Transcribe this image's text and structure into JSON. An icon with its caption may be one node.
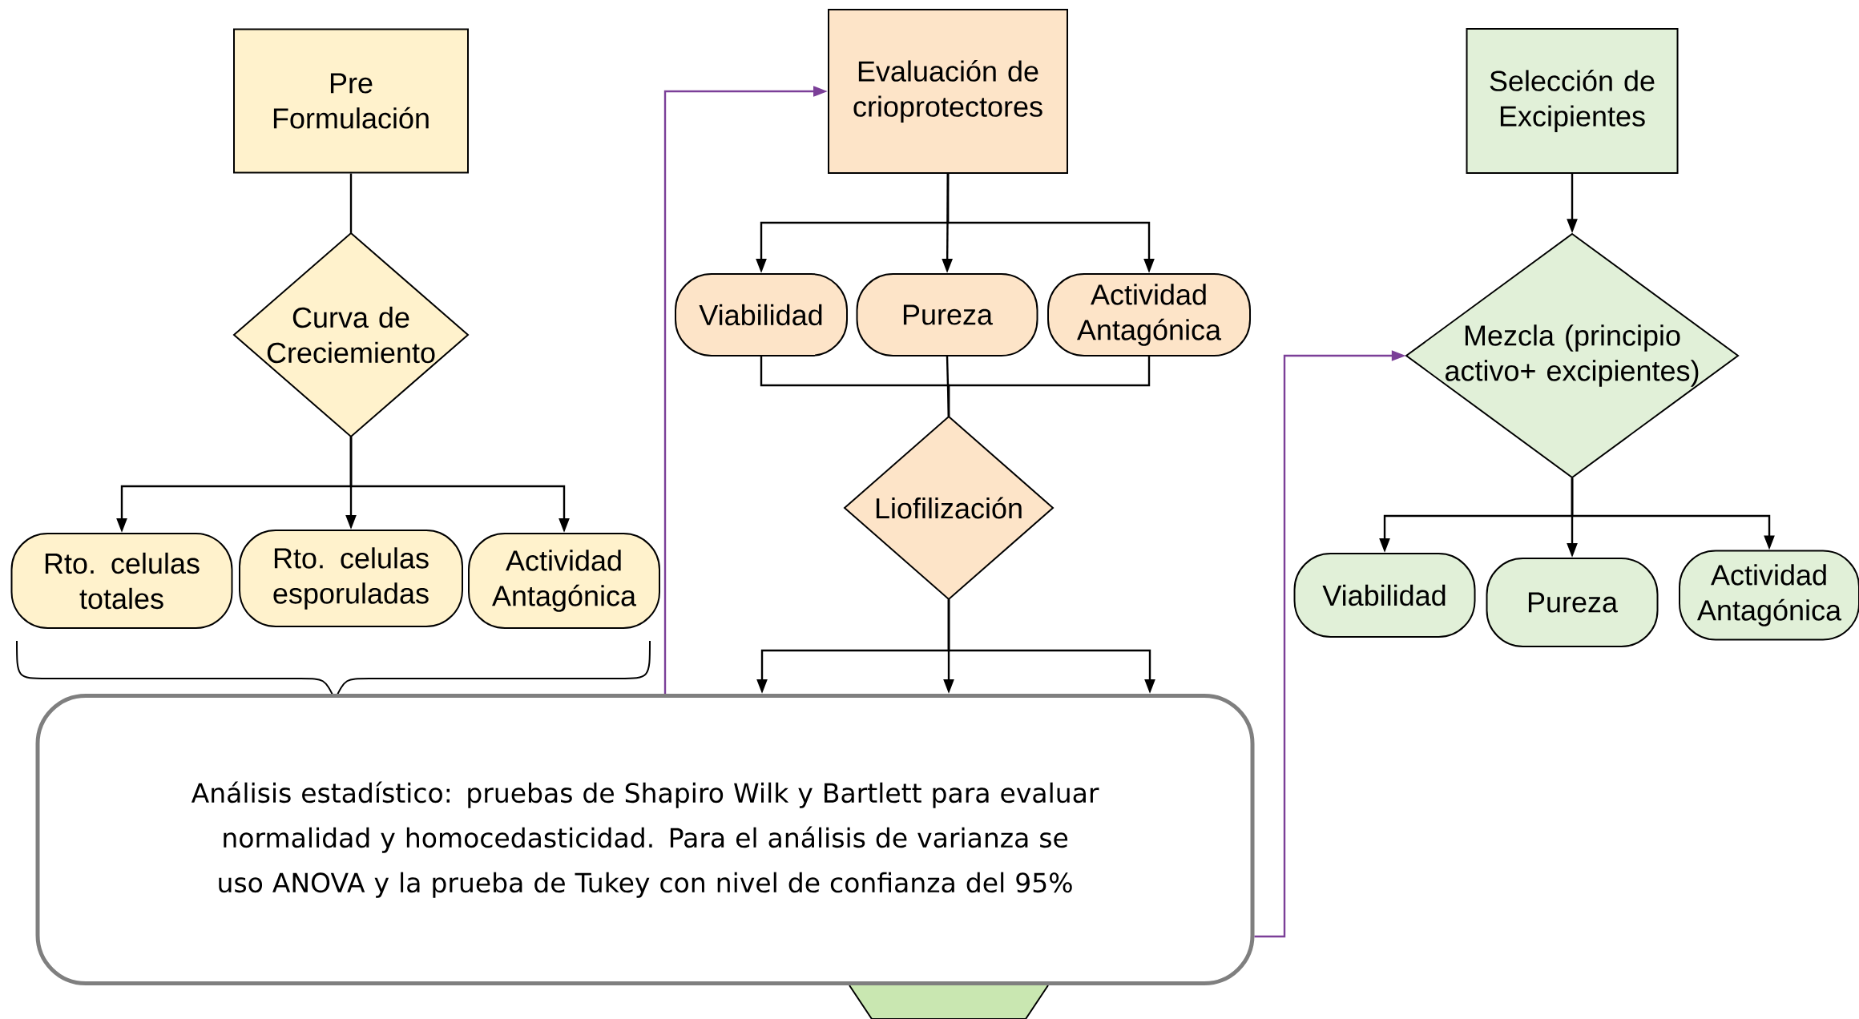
{
  "diagram": {
    "nodes": [
      {
        "text": [
          "Pre Formulación"
        ]
      },
      {
        "text": [
          "Curva de Creciemiento"
        ]
      },
      {
        "text": [
          "Rto. celulas totales"
        ]
      },
      {
        "text": [
          "Rto. celulas esporuladas"
        ]
      },
      {
        "text": [
          "Actividad Antagónica"
        ]
      },
      {
        "text": [
          "Evaluación de crioprotectores"
        ]
      },
      {
        "text": [
          "Viabilidad"
        ]
      },
      {
        "text": [
          "Pureza"
        ]
      },
      {
        "text": [
          "Actividad Antagónica"
        ]
      },
      {
        "text": [
          "Liofilización"
        ]
      },
      {
        "text": [
          "Selección de Excipientes"
        ]
      },
      {
        "text": [
          "Mezcla (principio activo+ excipientes)"
        ]
      },
      {
        "text": [
          "Viabilidad"
        ]
      },
      {
        "text": [
          "Pureza"
        ]
      },
      {
        "text": [
          "Actividad Antagónica"
        ]
      },
      {
        "text": [
          "Análisis estadístico: pruebas de Shapiro Wilk y Bartlett para evaluar normalidad y homocedasticidad. Para el análisis de varianza se uso ANOVA y la prueba de Tukey con nivel de confianza del 95%"
        ]
      },
      {
        "text": [],
        "shape": "diamond"
      }
    ],
    "edges": [
      {
        "from": 0,
        "to": 1,
        "arrow": "none"
      },
      {
        "from": 1,
        "to": 2,
        "arrow": "to"
      },
      {
        "from": 1,
        "to": 3,
        "arrow": "to"
      },
      {
        "from": 1,
        "to": 4,
        "arrow": "to"
      },
      {
        "from": 5,
        "to": 6,
        "arrow": "to"
      },
      {
        "from": 5,
        "to": 7,
        "arrow": "to"
      },
      {
        "from": 5,
        "to": 8,
        "arrow": "to"
      },
      {
        "from": 6,
        "to": 9,
        "arrow": "none"
      },
      {
        "from": 7,
        "to": 9,
        "arrow": "none"
      },
      {
        "from": 8,
        "to": 9,
        "arrow": "none"
      },
      {
        "from": 9,
        "to": 15,
        "arrow": "to"
      },
      {
        "from": 9,
        "to": 15,
        "arrow": "to"
      },
      {
        "from": 9,
        "to": 15,
        "arrow": "to"
      },
      {
        "from": 10,
        "to": 11,
        "arrow": "to"
      },
      {
        "from": 11,
        "to": 12,
        "arrow": "to"
      },
      {
        "from": 11,
        "to": 13,
        "arrow": "to"
      },
      {
        "from": 11,
        "to": 14,
        "arrow": "to"
      },
      {
        "from": 15,
        "to": 5,
        "arrow": "to",
        "color": "#7b3f98"
      },
      {
        "from": 15,
        "to": 11,
        "arrow": "to",
        "color": "#7b3f98"
      }
    ]
  }
}
